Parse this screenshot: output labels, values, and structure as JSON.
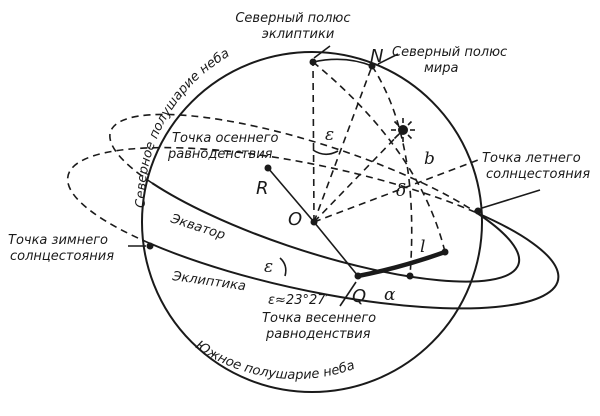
{
  "labels": {
    "north_ecliptic_pole": [
      "Северный полюс",
      "эклиптики"
    ],
    "north_world_pole": [
      "Северный полюс",
      "мира"
    ],
    "north_hemisphere": "Северное полушарие неба",
    "south_hemisphere": "Южное полушарие неба",
    "autumn_equinox": [
      "Точка осеннего",
      "равноденствия"
    ],
    "summer_solstice": [
      "Точка летнего",
      "солнцестояния"
    ],
    "winter_solstice": [
      "Точка зимнего",
      "солнцестояния"
    ],
    "spring_equinox": [
      "Точка весеннего",
      "равноденствия"
    ],
    "equator": "Экватор",
    "ecliptic": "Эклиптика",
    "obliquity": "ε≈23°27′"
  },
  "symbols": {
    "N": "N",
    "R": "R",
    "O": "O",
    "Q": "Q",
    "epsilon_top": "ε",
    "epsilon_bottom": "ε",
    "delta": "δ",
    "b": "b",
    "l": "l",
    "alpha": "α"
  },
  "colors": {
    "ink": "#1a1a1a",
    "background": "#ffffff"
  },
  "icons": {
    "sun": "sun-icon"
  }
}
